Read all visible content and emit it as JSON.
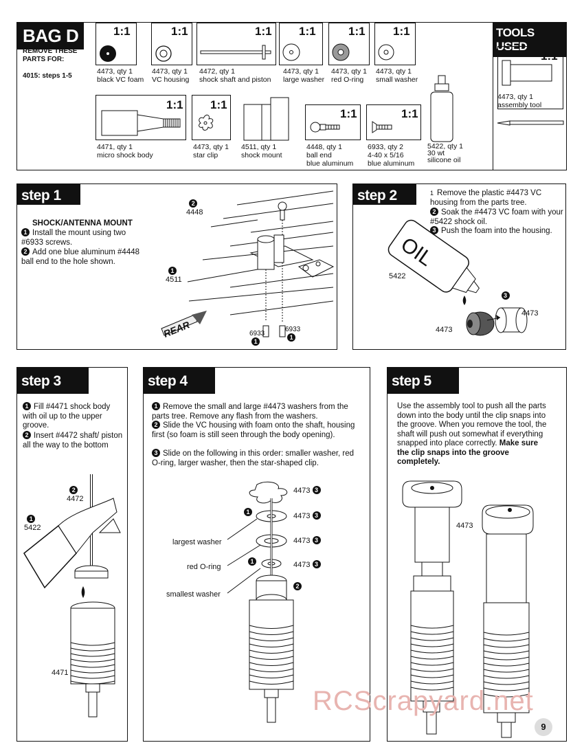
{
  "bag": {
    "title": "BAG D",
    "subtitle": "REMOVE THESE PARTS FOR:",
    "steps": "4015: steps 1-5",
    "scale": "1:1",
    "parts": [
      {
        "code": "4473, qty 1",
        "name": "black VC foam"
      },
      {
        "code": "4473, qty 1",
        "name": "VC housing"
      },
      {
        "code": "4472, qty 1",
        "name": "shock shaft and piston"
      },
      {
        "code": "4473, qty 1",
        "name": "large washer"
      },
      {
        "code": "4473, qty 1",
        "name": "red O-ring"
      },
      {
        "code": "4473, qty 1",
        "name": "small washer"
      },
      {
        "code": "4471, qty 1",
        "name": "micro shock body"
      },
      {
        "code": "4473, qty 1",
        "name": "star clip"
      },
      {
        "code": "4511, qty 1",
        "name": "shock mount"
      },
      {
        "code": "4448, qty 1",
        "name": "ball end",
        "extra": "blue aluminum"
      },
      {
        "code": "6933, qty 2",
        "name": "4-40 x 5/16",
        "extra": "blue aluminum"
      },
      {
        "code": "5422, qty 1",
        "name": "30 wt",
        "extra": "silicone oil"
      }
    ]
  },
  "tools": {
    "title": "TOOLS USED",
    "scale": "1:1",
    "code": "4473, qty 1",
    "name": "assembly tool"
  },
  "step1": {
    "title": "step 1",
    "heading": "SHOCK/ANTENNA MOUNT",
    "item1": "Install the mount using two #6933 screws.",
    "item2": "Add one blue aluminum #4448 ball end to the hole shown.",
    "labels": {
      "c4448": "4448",
      "c4511": "4511",
      "c6933a": "6933",
      "c6933b": "6933",
      "rear": "REAR",
      "n1": "1",
      "n2": "2"
    }
  },
  "step2": {
    "title": "step 2",
    "item1": "Remove the plastic #4473 VC housing from the parts tree.",
    "item2": "Soak the #4473 VC foam with your #5422 shock oil.",
    "item3": "Push the foam into the housing.",
    "labels": {
      "c5422": "5422",
      "c4473a": "4473",
      "c4473b": "4473",
      "oil": "OIL"
    }
  },
  "step3": {
    "title": "step 3",
    "item1": "Fill #4471 shock body with oil up to the upper groove.",
    "item2": "Insert #4472 shaft/ piston all the way to the bottom",
    "labels": {
      "c4472": "4472",
      "c5422": "5422",
      "c4471": "4471"
    }
  },
  "step4": {
    "title": "step 4",
    "item1": "Remove the small and large #4473 washers from the parts tree. Remove any flash from the washers.",
    "item2": "Slide the VC housing with foam onto the shaft, housing first (so foam is still seen through the body opening).",
    "item3": "Slide on the following in this order: smaller washer, red O-ring, larger washer, then the star-shaped clip.",
    "labels": {
      "c1": "4473",
      "c2": "4473",
      "c3": "4473",
      "c4": "4473",
      "largest": "largest washer",
      "oring": "red O-ring",
      "smallest": "smallest washer"
    }
  },
  "step5": {
    "title": "step 5",
    "text1": "Use the assembly tool to push all the parts down into the body until the clip snaps into the groove. When you remove the tool, the shaft will push out somewhat if everything snapped into place correctly.",
    "text2": "Make sure the clip snaps into the groove completely.",
    "labels": {
      "c4473": "4473"
    }
  },
  "watermark": "RCScrapyard.net",
  "page_number": "9"
}
